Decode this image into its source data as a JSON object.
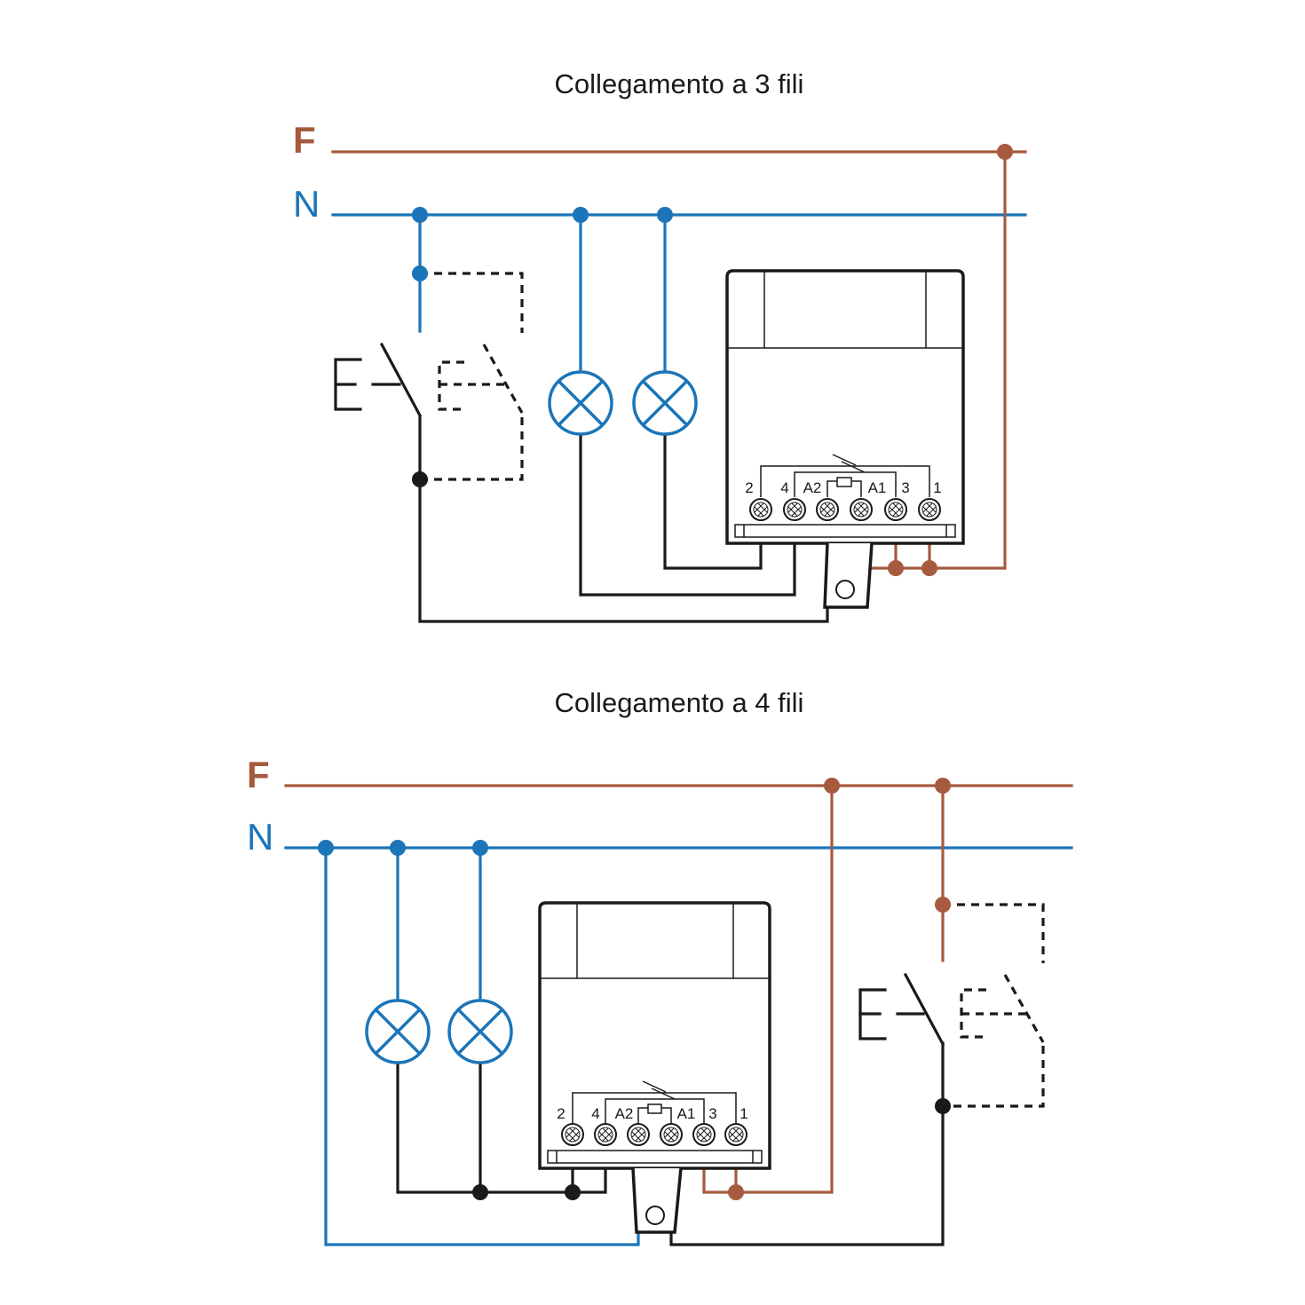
{
  "colors": {
    "phase": "#a65a3e",
    "neutral": "#1b75b8",
    "load": "#1a1a1a"
  },
  "diagram_3_wire": {
    "title": "Collegamento a 3 fili",
    "bus_phase_label": "F",
    "bus_neutral_label": "N",
    "terminals": [
      "2",
      "4",
      "A2",
      "A1",
      "3",
      "1"
    ]
  },
  "diagram_4_wire": {
    "title": "Collegamento a 4 fili",
    "bus_phase_label": "F",
    "bus_neutral_label": "N",
    "terminals": [
      "2",
      "4",
      "A2",
      "A1",
      "3",
      "1"
    ]
  }
}
